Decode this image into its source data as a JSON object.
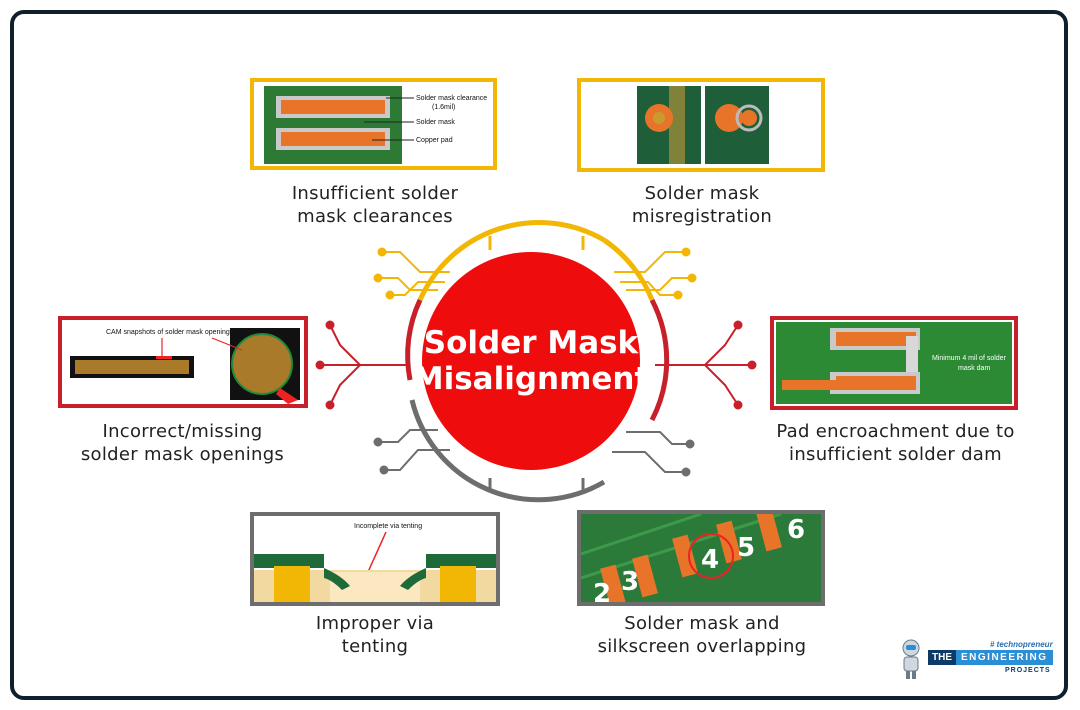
{
  "center": {
    "line1": "Solder Mask",
    "line2": "Misalignment"
  },
  "items": [
    {
      "id": "clearance",
      "caption": [
        "Insufficient solder",
        "mask clearances"
      ],
      "border_color": "#f2b705",
      "labels": {
        "clearance": "Solder mask clearance",
        "clearance_sub": "(1.6mil)",
        "mask": "Solder mask",
        "pad": "Copper pad"
      }
    },
    {
      "id": "misregistration",
      "caption": [
        "Solder mask",
        "misregistration"
      ],
      "border_color": "#f2b705"
    },
    {
      "id": "openings",
      "caption": [
        "Incorrect/missing",
        "solder mask openings"
      ],
      "border_color": "#c8202a",
      "labels": {
        "cam": "CAM snapshots of solder mask opening"
      }
    },
    {
      "id": "encroachment",
      "caption": [
        "Pad encroachment due to",
        "insufficient solder dam"
      ],
      "border_color": "#c8202a",
      "labels": {
        "dam_line1": "Minimum 4 mil of solder",
        "dam_line2": "mask dam"
      }
    },
    {
      "id": "tenting",
      "caption": [
        "Improper via",
        "tenting"
      ],
      "border_color": "#6d6d6d",
      "labels": {
        "incomplete": "Incomplete via tenting"
      }
    },
    {
      "id": "silkscreen",
      "caption": [
        "Solder mask and",
        "silkscreen overlapping"
      ],
      "border_color": "#6d6d6d",
      "digits": [
        "2",
        "3",
        "4",
        "5",
        "6"
      ]
    }
  ],
  "logo": {
    "tagline": "# technopreneur",
    "the": "THE",
    "engineering": "ENGINEERING",
    "projects": "PROJECTS"
  },
  "colors": {
    "center": "#ee0c0c",
    "pcb_green": "#1f7a2e",
    "copper": "#e8742a",
    "yellow": "#f2b705",
    "red": "#c8202a",
    "gray": "#6d6d6d"
  }
}
